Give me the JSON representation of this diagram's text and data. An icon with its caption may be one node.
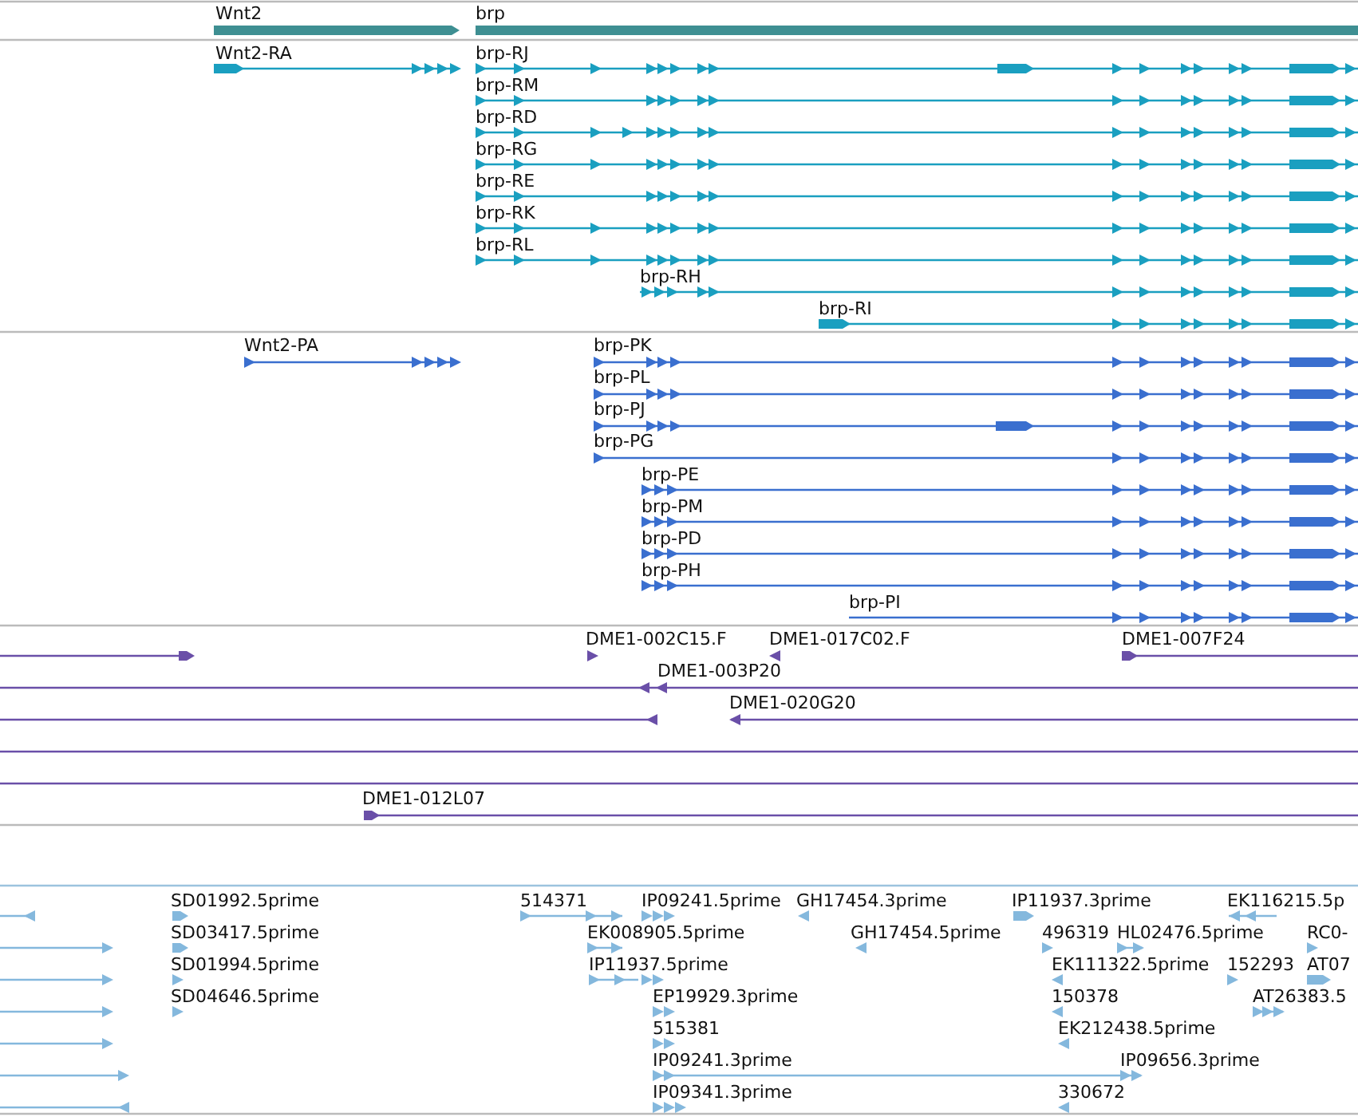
{
  "diagram": {
    "labels": [
      "Wnt2",
      "brp",
      "Wnt2-RA",
      "brp-RJ",
      "brp-RM",
      "brp-RD",
      "brp-RG",
      "brp-RE",
      "brp-RK",
      "brp-RL",
      "brp-RH",
      "brp-RI",
      "Wnt2-PA",
      "brp-PK",
      "brp-PL",
      "brp-PJ",
      "brp-PG",
      "brp-PE",
      "brp-PM",
      "brp-PD",
      "brp-PH",
      "brp-PI",
      "DME1-002C15.F",
      "DME1-017C02.F",
      "DME1-007F24",
      "DME1-003P20",
      "DME1-020G20",
      "DME1-012L07",
      "SD01992.5prime",
      "514371",
      "IP09241.5prime",
      "GH17454.3prime",
      "IP11937.3prime",
      "EK116215.5p",
      "SD03417.5prime",
      "EK008905.5prime",
      "GH17454.5prime",
      "496319",
      "HL02476.5prime",
      "RC0-",
      "SD01994.5prime",
      "IP11937.5prime",
      "EK111322.5prime",
      "152293",
      "AT07",
      "SD04646.5prime",
      "EP19929.3prime",
      "150378",
      "AT26383.5",
      "515381",
      "EK212438.5prime",
      "IP09241.3prime",
      "IP09656.3prime",
      "IP09341.3prime",
      "330672"
    ]
  }
}
